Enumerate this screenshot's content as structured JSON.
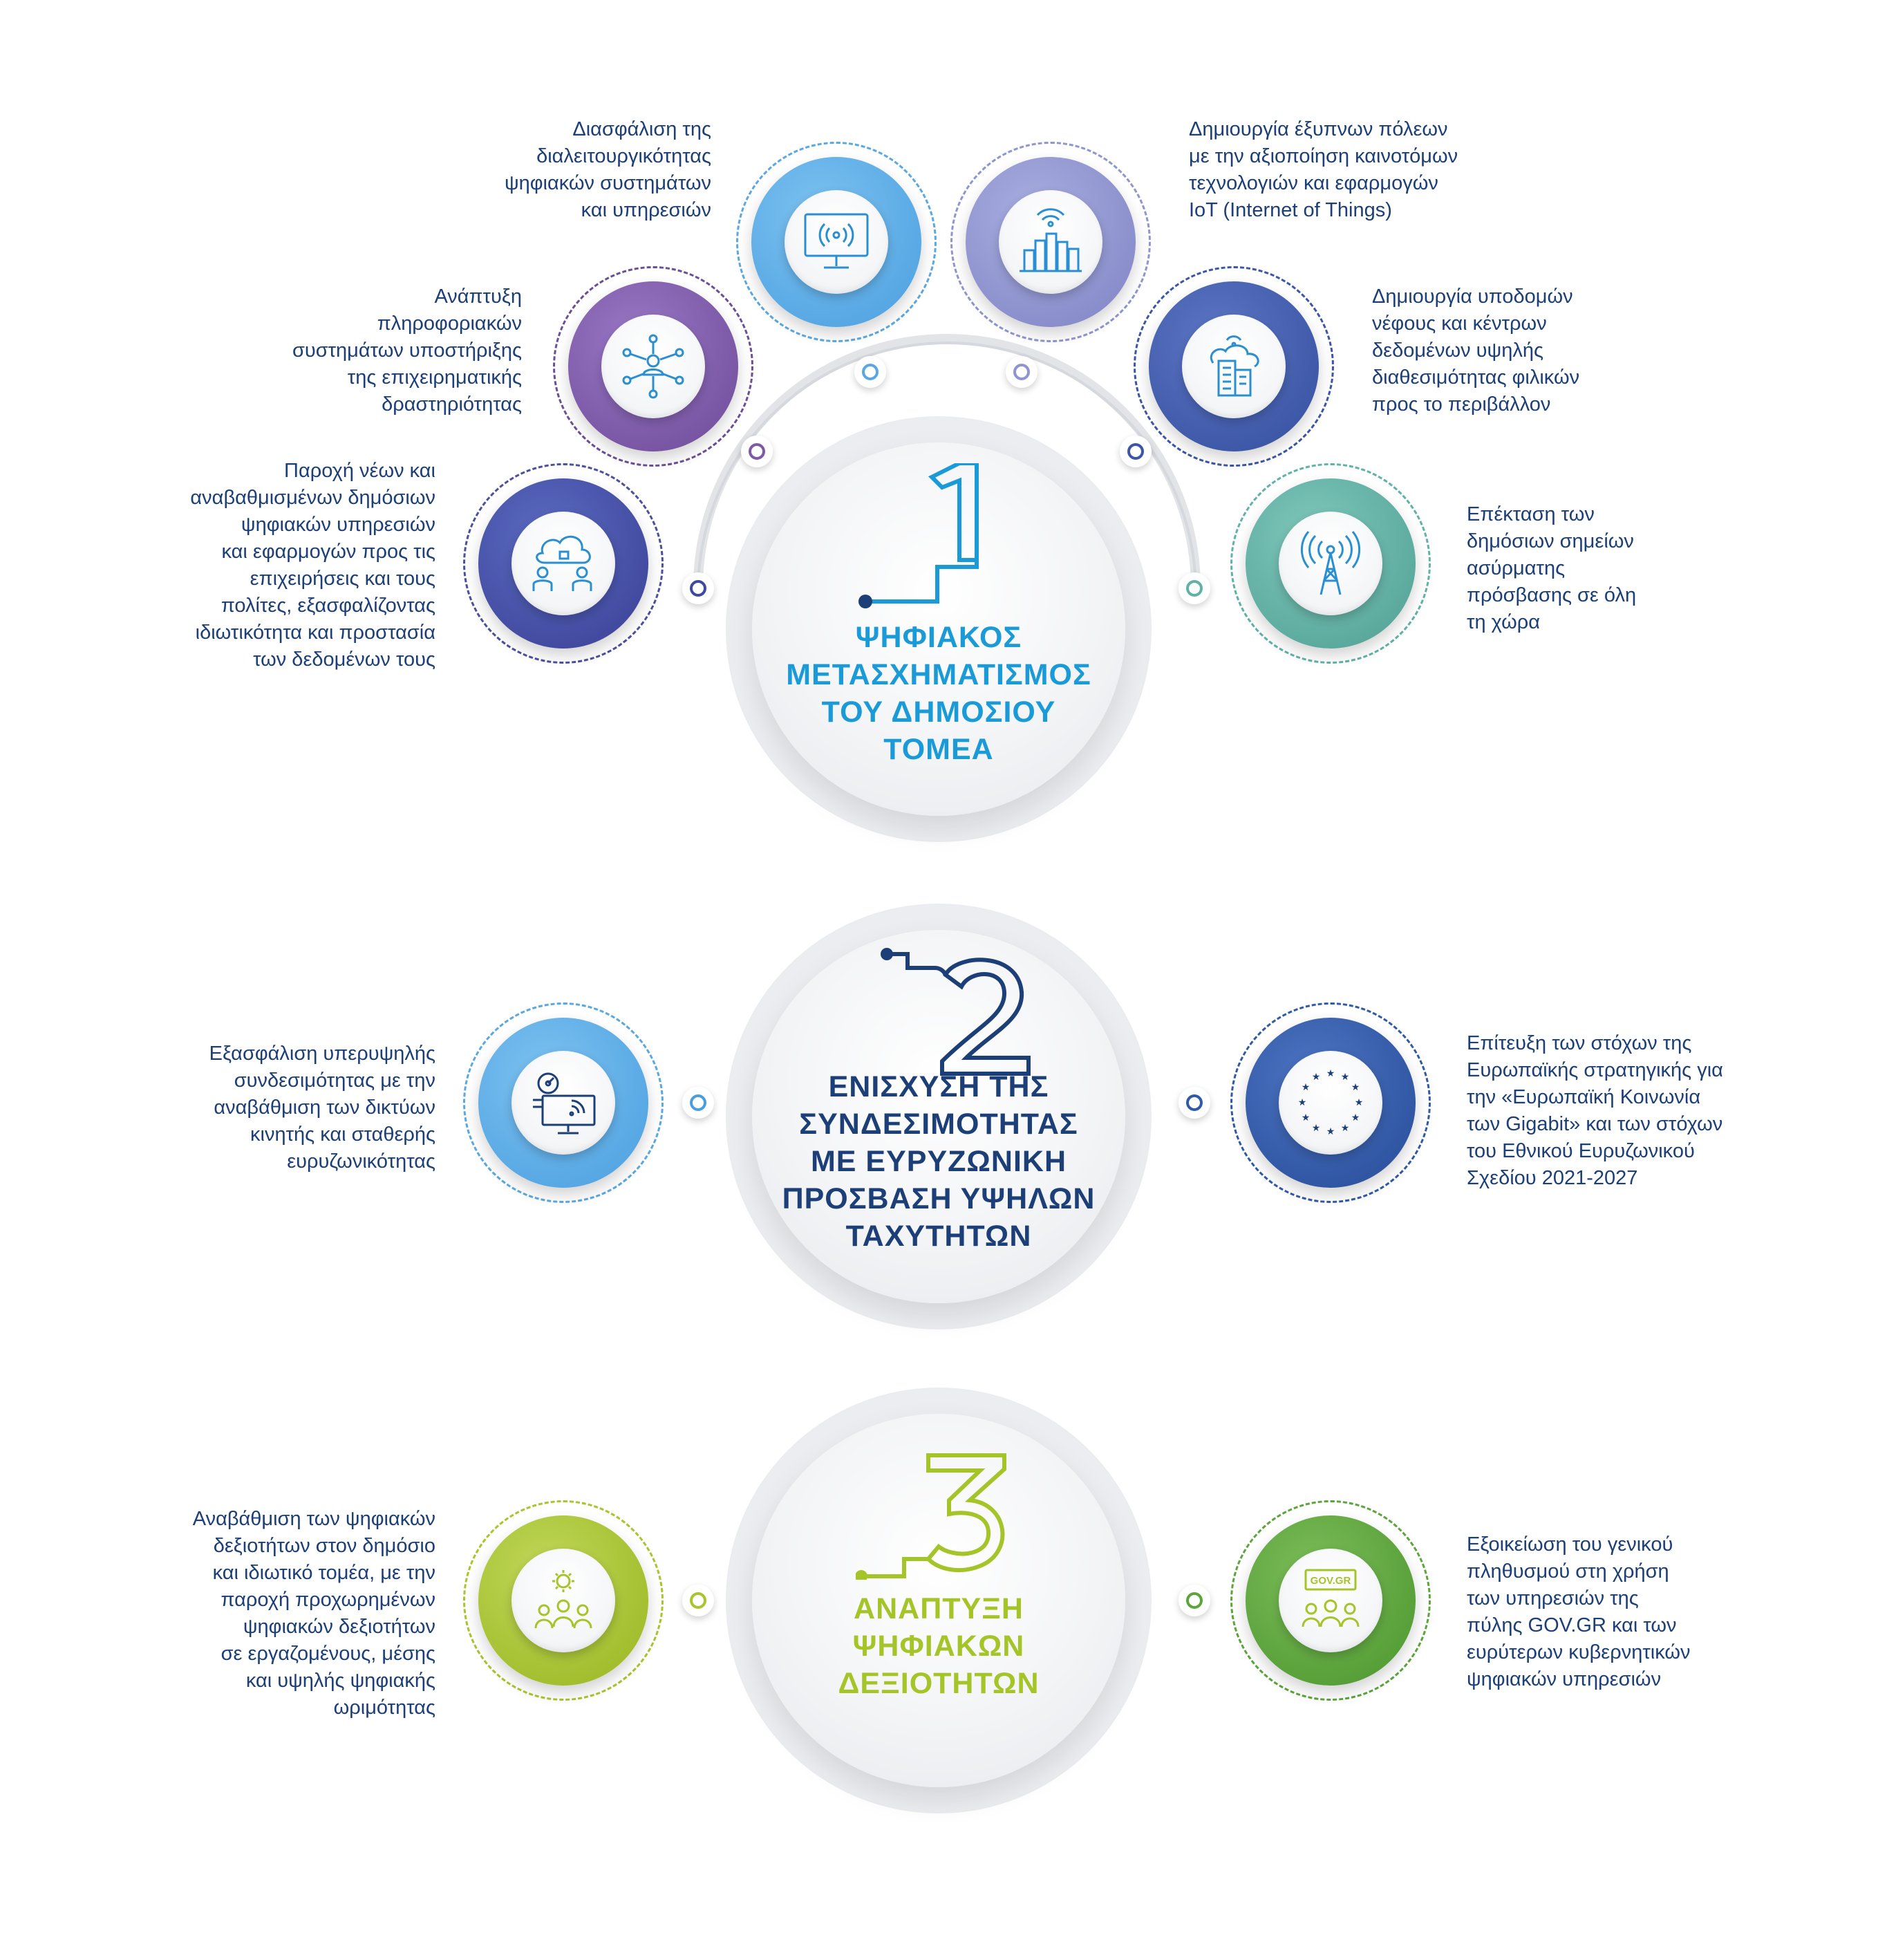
{
  "colors": {
    "text": "#1c3f77",
    "blue": "#1a9ad6",
    "navy": "#1c3f77",
    "green": "#a5c428",
    "light_blue": "#5aa8e2",
    "purple": "#7d5aa6",
    "lavender": "#8f95cf",
    "indigo": "#3b56a8",
    "teal": "#5fb3a6",
    "royal": "#2f5aa8",
    "lime": "#a8c52b",
    "grass": "#5ba53a"
  },
  "section1": {
    "number": "1",
    "title": "ΨΗΦΙΑΚΟΣ\nΜΕΤΑΣΧΗΜΑΤΙΣΜΟΣ\nΤΟΥ ΔΗΜΟΣΙΟΥ\nΤΟΜΕΑ",
    "items": [
      {
        "text": "Παροχή νέων και\nαναβαθμισμένων δημόσιων\nψηφιακών υπηρεσιών\nκαι εφαρμογών προς τις\nεπιχειρήσεις και τους\nπολίτες, εξασφαλίζοντας\nιδιωτικότητα και προστασία\nτων δεδομένων τους",
        "icon": "cloud-people-icon"
      },
      {
        "text": "Ανάπτυξη\nπληροφοριακών\nσυστημάτων υποστήριξης\nτης επιχειρηματικής\nδραστηριότητας",
        "icon": "network-user-icon"
      },
      {
        "text": "Διασφάλιση της\nδιαλειτουργικότητας\nψηφιακών συστημάτων\nκαι υπηρεσιών",
        "icon": "monitor-broadcast-icon"
      },
      {
        "text": "Δημιουργία έξυπνων πόλεων\nμε την αξιοποίηση καινοτόμων\nτεχνολογιών και εφαρμογών\nIoT (Internet of Things)",
        "icon": "smart-city-icon"
      },
      {
        "text": "Δημιουργία υποδομών\nνέφους και κέντρων\nδεδομένων υψηλής\nδιαθεσιμότητας φιλικών\nπρος το περιβάλλον",
        "icon": "cloud-building-icon"
      },
      {
        "text": "Επέκταση των\nδημόσιων σημείων\nασύρματης\nπρόσβασης σε όλη\nτη χώρα",
        "icon": "antenna-icon"
      }
    ]
  },
  "section2": {
    "number": "2",
    "title": "ΕΝΙΣΧΥΣΗ ΤΗΣ\nΣΥΝΔΕΣΙΜΟΤΗΤΑΣ\nΜΕ ΕΥΡΥΖΩΝΙΚΗ\nΠΡΟΣΒΑΣΗ ΥΨΗΛΩΝ\nΤΑΧΥΤΗΤΩΝ",
    "items": [
      {
        "text": "Εξασφάλιση υπερυψηλής\nσυνδεσιμότητας με την\nαναβάθμιση των δικτύων\nκινητής και σταθερής\nευρυζωνικότητας",
        "icon": "computer-signal-icon"
      },
      {
        "text": "Επίτευξη των στόχων της\nΕυρωπαϊκής στρατηγικής για\nτην «Ευρωπαϊκή Κοινωνία\nτων Gigabit» και των στόχων\nτου Εθνικού Ευρυζωνικού\nΣχεδίου 2021-2027",
        "icon": "eu-stars-icon"
      }
    ]
  },
  "section3": {
    "number": "3",
    "title": "ΑΝΑΠΤΥΞΗ\nΨΗΦΙΑΚΩΝ\nΔΕΞΙΟΤΗΤΩΝ",
    "items": [
      {
        "text": "Αναβάθμιση των ψηφιακών\nδεξιοτήτων στον δημόσιο\nκαι ιδιωτικό τομέα, με την\nπαροχή προχωρημένων\nψηφιακών δεξιοτήτων\nσε εργαζομένους, μέσης\nκαι υψηλής ψηφιακής\nωριμότητας",
        "icon": "gear-people-icon"
      },
      {
        "text": "Εξοικείωση του γενικού\nπληθυσμού στη χρήση\nτων υπηρεσιών της\nπύλης GOV.GR και των\nευρύτερων κυβερνητικών\nψηφιακών υπηρεσιών",
        "icon": "govgr-people-icon",
        "badge": "GOV.GR"
      }
    ]
  }
}
